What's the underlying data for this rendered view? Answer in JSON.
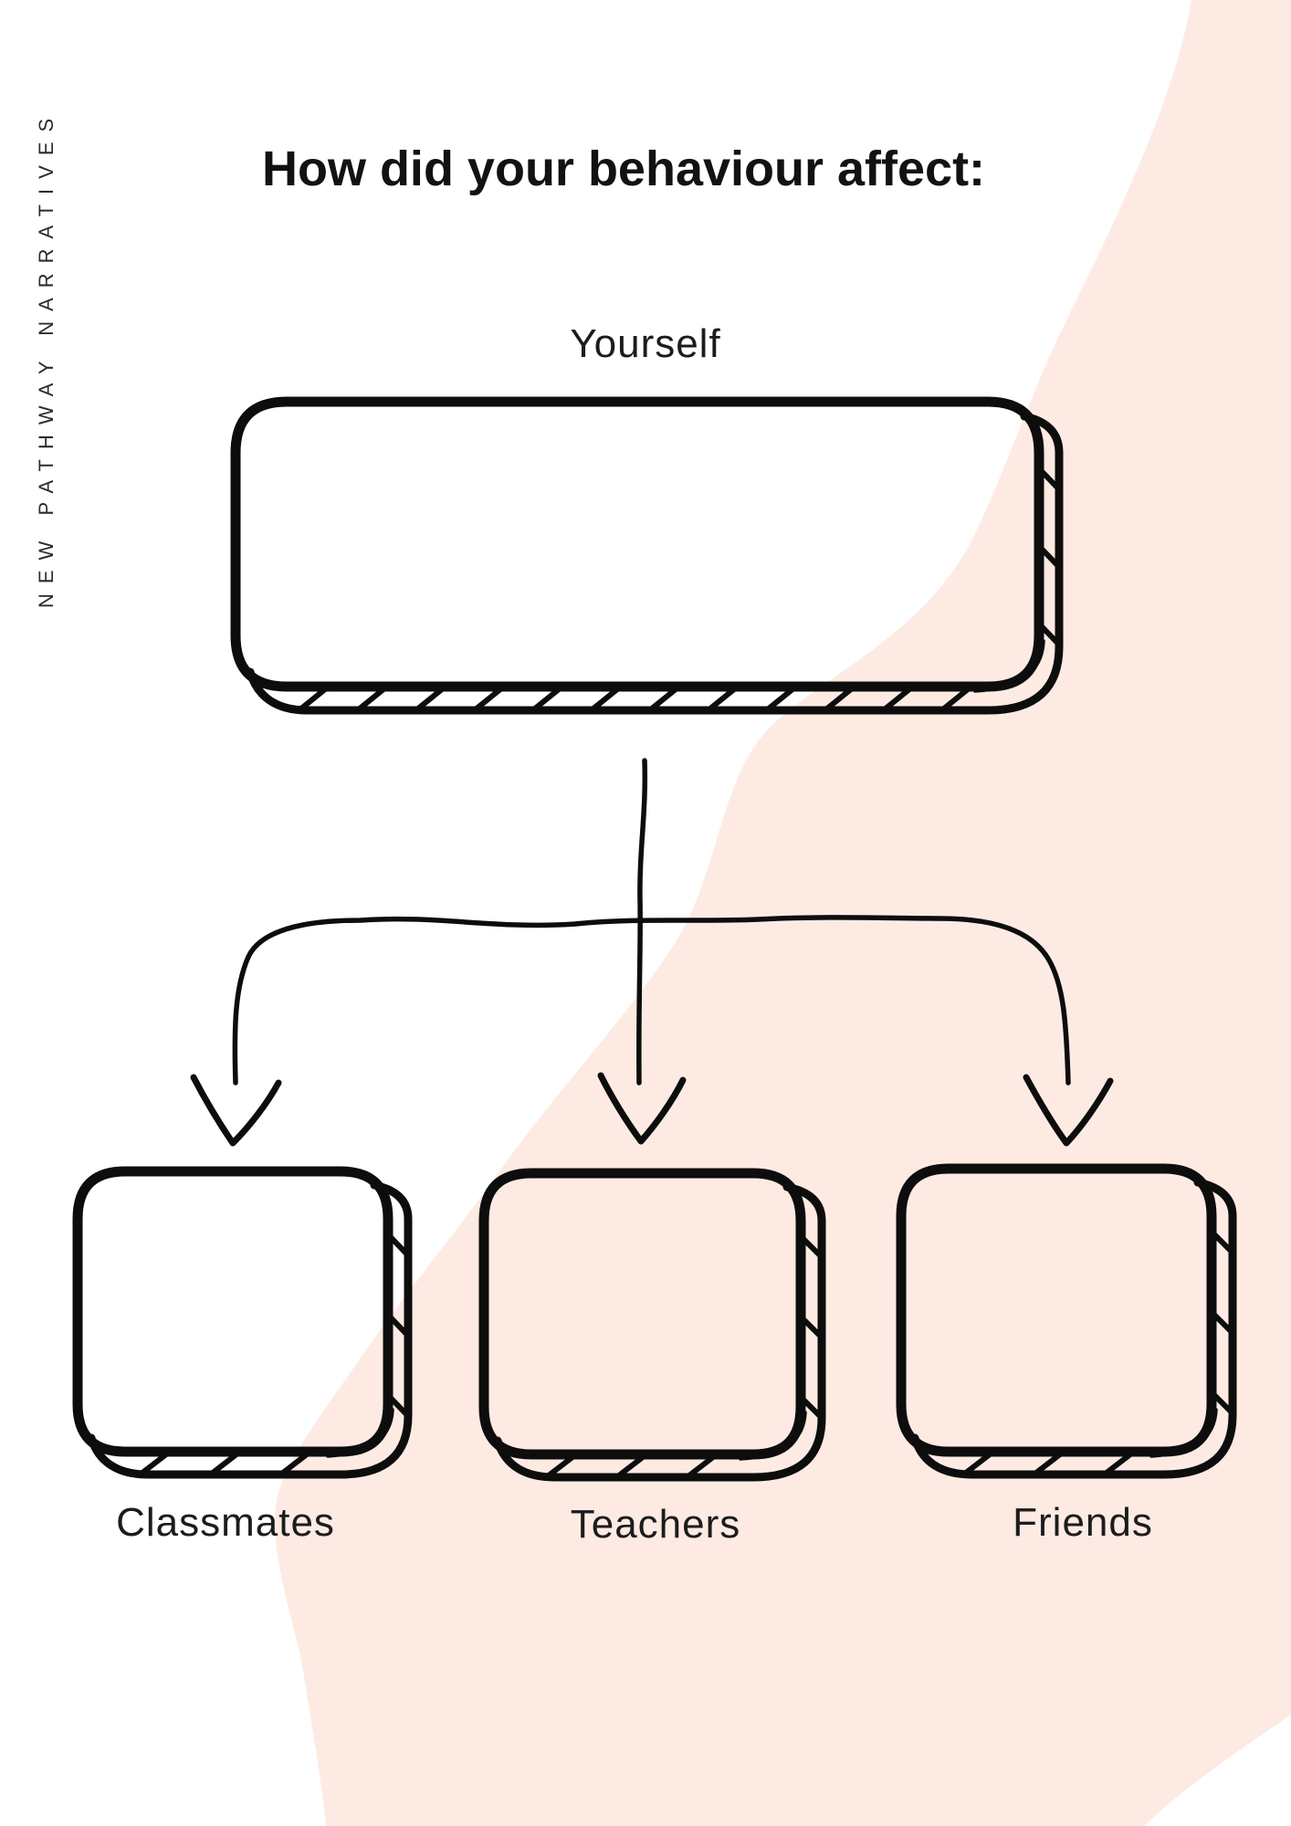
{
  "page": {
    "side_label": "NEW PATHWAY NARRATIVES",
    "title": "How did your behaviour affect:",
    "colors": {
      "background": "#ffffff",
      "blob": "#fdebe3",
      "ink": "#0d0d0d"
    }
  },
  "diagram": {
    "root": {
      "label": "Yourself"
    },
    "children": [
      {
        "label": "Classmates"
      },
      {
        "label": "Teachers"
      },
      {
        "label": "Friends"
      }
    ]
  }
}
